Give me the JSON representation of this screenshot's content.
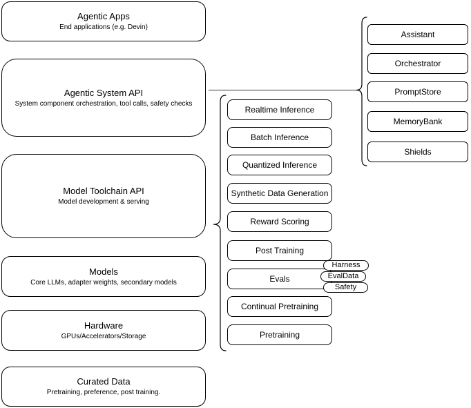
{
  "diagram": {
    "layers": [
      {
        "title": "Agentic Apps",
        "subtitle": "End applications (e.g. Devin)"
      },
      {
        "title": "Agentic System API",
        "subtitle": "System component orchestration, tool calls, safety checks"
      },
      {
        "title": "Model Toolchain API",
        "subtitle": "Model development & serving"
      },
      {
        "title": "Models",
        "subtitle": "Core LLMs, adapter weights, secondary models"
      },
      {
        "title": "Hardware",
        "subtitle": "GPUs/Accelerators/Storage"
      },
      {
        "title": "Curated Data",
        "subtitle": "Pretraining, preference, post training."
      }
    ],
    "toolchain_items": [
      "Realtime Inference",
      "Batch Inference",
      "Quantized Inference",
      "Synthetic Data Generation",
      "Reward Scoring",
      "Post Training",
      "Evals",
      "Continual Pretraining",
      "Pretraining"
    ],
    "evals_badges": [
      "Harness",
      "EvalData",
      "Safety"
    ],
    "system_components": [
      "Assistant",
      "Orchestrator",
      "PromptStore",
      "MemoryBank",
      "Shields"
    ],
    "colors": {
      "stroke": "#000000",
      "fill": "#ffffff",
      "connector": "#333333"
    }
  }
}
